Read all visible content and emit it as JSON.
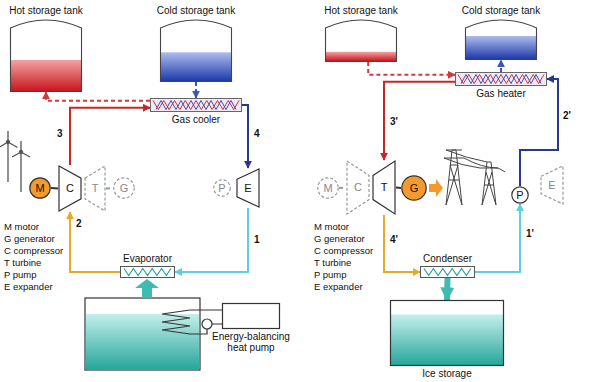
{
  "diagram": {
    "nodes": [
      {
        "text": [
          "Hot storage tank"
        ]
      },
      {
        "text": [
          "Cold storage tank"
        ]
      },
      {
        "text": [
          "Gas cooler"
        ]
      },
      {
        "text": [
          "M"
        ]
      },
      {
        "text": [
          "C"
        ]
      },
      {
        "text": [
          "T"
        ]
      },
      {
        "text": [
          "G"
        ]
      },
      {
        "text": [
          "P"
        ]
      },
      {
        "text": [
          "E"
        ]
      },
      {
        "text": [
          "Evaporator"
        ]
      },
      {
        "text": [
          "Energy-balancing heat pump"
        ]
      },
      {
        "text": [
          "Hot storage tank"
        ]
      },
      {
        "text": [
          "Cold storage tank"
        ]
      },
      {
        "text": [
          "Gas heater"
        ]
      },
      {
        "text": [
          "M"
        ]
      },
      {
        "text": [
          "C"
        ]
      },
      {
        "text": [
          "T"
        ]
      },
      {
        "text": [
          "G"
        ]
      },
      {
        "text": [
          "P"
        ]
      },
      {
        "text": [
          "E"
        ]
      },
      {
        "text": [
          "Condenser"
        ]
      },
      {
        "text": [
          "Ice storage"
        ]
      }
    ],
    "edges": [
      {
        "from": 9,
        "to": 4,
        "arrow": "to"
      },
      {
        "from": 4,
        "to": 2,
        "arrow": "to"
      },
      {
        "from": 2,
        "to": 8,
        "arrow": "to"
      },
      {
        "from": 8,
        "to": 9,
        "arrow": "to"
      },
      {
        "from": 1,
        "to": 2,
        "arrow": "to"
      },
      {
        "from": 2,
        "to": 0,
        "arrow": "to"
      },
      {
        "from": 3,
        "to": 4,
        "arrow": "none"
      },
      {
        "from": 5,
        "to": 6,
        "arrow": "none"
      },
      {
        "from": 13,
        "to": 16,
        "arrow": "to"
      },
      {
        "from": 16,
        "to": 20,
        "arrow": "to"
      },
      {
        "from": 20,
        "to": 18,
        "arrow": "to"
      },
      {
        "from": 18,
        "to": 13,
        "arrow": "to"
      },
      {
        "from": 11,
        "to": 13,
        "arrow": "to"
      },
      {
        "from": 13,
        "to": 12,
        "arrow": "to"
      },
      {
        "from": 14,
        "to": 15,
        "arrow": "none"
      },
      {
        "from": 16,
        "to": 17,
        "arrow": "none"
      },
      {
        "from": 20,
        "to": 21,
        "arrow": "to"
      }
    ],
    "labels": [
      "M motor",
      "G generator",
      "C compressor",
      "T turbine",
      "P pump",
      "E expander",
      "3",
      "4",
      "2",
      "1",
      "M motor",
      "G generator",
      "C compressor",
      "T turbine",
      "P pump",
      "E expander",
      "3'",
      "2'",
      "4'",
      "1'"
    ]
  }
}
